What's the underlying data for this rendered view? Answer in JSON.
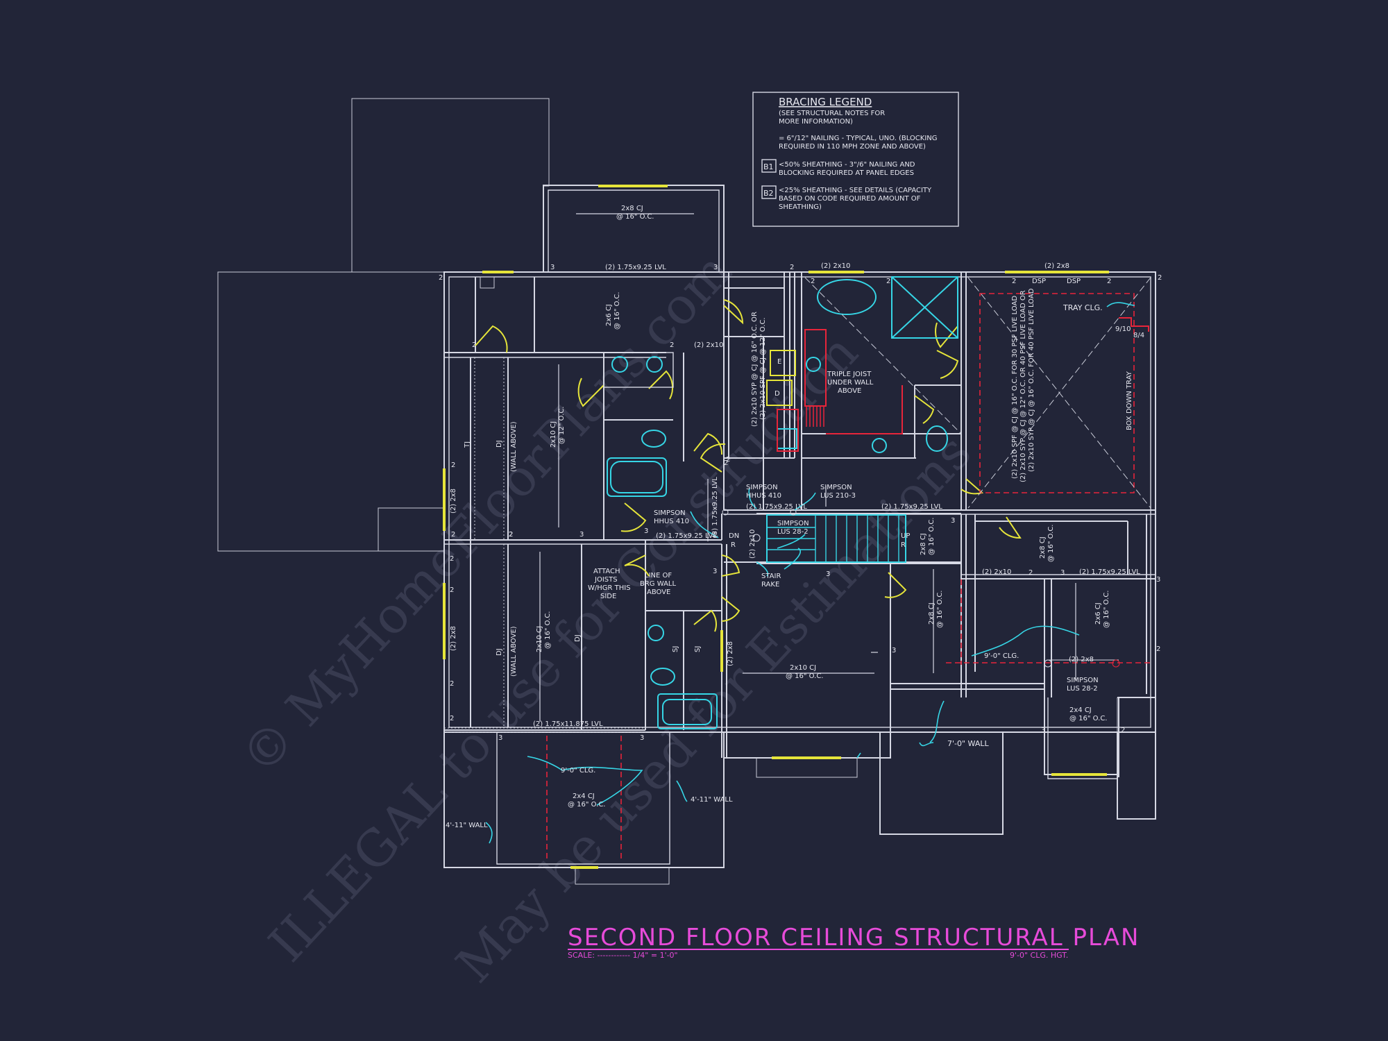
{
  "watermark": {
    "line1": "© MyHomeFloorPlans.com",
    "line2": "ILLEGAL to use for Construction",
    "line3": "May be used for Estimations"
  },
  "legend": {
    "title": "BRACING LEGEND",
    "note1": "(SEE STRUCTURAL NOTES FOR",
    "note2": "MORE INFORMATION)",
    "item1a": "= 6\"/12\" NAILING - TYPICAL, UNO. (BLOCKING",
    "item1b": "REQUIRED IN 110 MPH ZONE AND ABOVE)",
    "b1_tag": "B1",
    "item2a": "<50% SHEATHING - 3\"/6\" NAILING AND",
    "item2b": "BLOCKING REQUIRED AT PANEL EDGES",
    "b2_tag": "B2",
    "item3a": "<25% SHEATHING - SEE DETAILS (CAPACITY",
    "item3b": "BASED ON CODE REQUIRED AMOUNT OF",
    "item3c": "SHEATHING)"
  },
  "labels": {
    "cj_2x8_top": "2x8 CJ",
    "oc16": "@ 16\" O.C.",
    "oc12": "@ 12\" O.C.",
    "lvl_2_175x925": "(2) 1.75x9.25 LVL",
    "lvl_3_175x925": "(3) 1.75x9.25 LVL",
    "lvl_2_175x1188": "(2) 1.75x11.875 LVL",
    "h_2x10": "(2) 2x10",
    "h_2x8": "(2) 2x8",
    "cj_2x6": "2x6 CJ",
    "cj_2x10": "2x10 CJ",
    "cj_2x4": "2x4 CJ",
    "dsp": "DSP",
    "tray_clg": "TRAY CLG.",
    "pitch": "9/10",
    "pitch2": "8/4",
    "box_down_tray": "BOX DOWN TRAY",
    "vert_note1": "(2) 2x10 SPF @ CJ @ 16\" O.C. FOR 30 PSF LIVE LOAD",
    "vert_note2": "(2) 2x10 SYP @ CJ @ 12\" O.C. OR 40 PSF LIVE LOAD OR",
    "vert_note3": "(2) 2x10 SYP @ CJ @ 16\" O.C. FOR 40 PSF LIVE LOAD",
    "closet_note1": "(2) 2x10 SYP @ CJ @ 16\" O.C. OR",
    "closet_note2": "(2) 2x10 SPF @ CJ @ 12\" O.C.",
    "triple1": "TRIPLE JOIST",
    "triple2": "UNDER WALL",
    "triple3": "ABOVE",
    "tj": "TJ",
    "dj": "DJ",
    "wall_above": "(WALL ABOVE)",
    "simpson": "SIMPSON",
    "hhus410": "HHUS 410",
    "lus2103": "LUS 210-3",
    "lus282": "LUS 28-2",
    "dn": "DN",
    "r": "R",
    "up": "UP",
    "stair": "STAIR",
    "rake": "RAKE",
    "attach1": "ATTACH",
    "attach2": "JOISTS",
    "attach3": "W/HGR THIS",
    "attach4": "SIDE",
    "line_of1": "LINE OF",
    "line_of2": "BRG WALL",
    "line_of3": "ABOVE",
    "sj": "SJ",
    "e": "E",
    "d": "D",
    "clg9": "9'-0\" CLG.",
    "wall7": "7'-0\" WALL",
    "wall411": "4'-11\" WALL",
    "n2": "2",
    "n3": "3"
  },
  "title": {
    "text": "SECOND FLOOR CEILING STRUCTURAL PLAN",
    "scale": "SCALE: ------------ 1/4\" = 1'-0\"",
    "height": "9'-0\" CLG. HGT."
  }
}
